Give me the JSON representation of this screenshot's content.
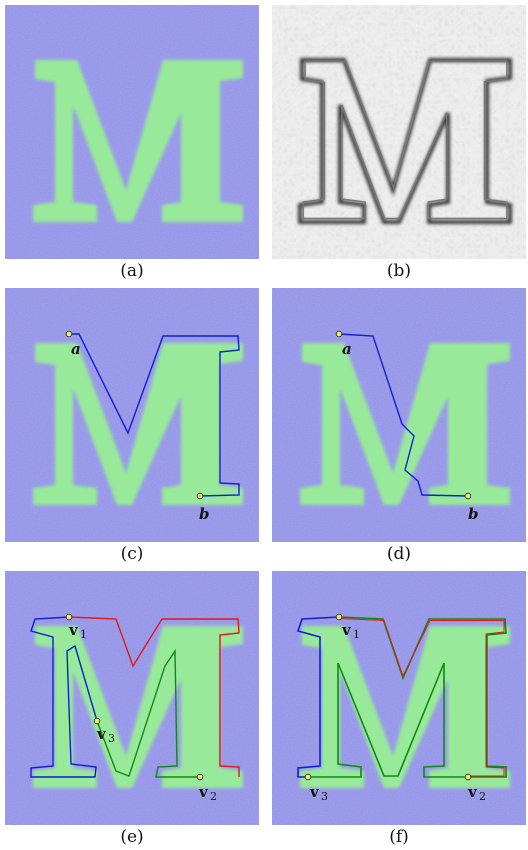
{
  "panels": [
    {
      "caption": "(a)"
    },
    {
      "caption": "(b)"
    },
    {
      "caption": "(c)",
      "labels": [
        "a",
        "b"
      ]
    },
    {
      "caption": "(d)",
      "labels": [
        "a",
        "b"
      ]
    },
    {
      "caption": "(e)",
      "labels": [
        "v",
        "1",
        "v",
        "3",
        "v",
        "2"
      ]
    },
    {
      "caption": "(f)",
      "labels": [
        "v",
        "1",
        "v",
        "3",
        "v",
        "2"
      ]
    }
  ],
  "colors": {
    "background_blue": "#8f8fe6",
    "letter_green": "#98ea9a",
    "edge_map_bg": "#efefef",
    "edge_stroke": "#3a3a3a",
    "path_blue": "#1020d0",
    "path_red": "#e01818",
    "path_green": "#108a10",
    "point_fill": "#f0f070"
  }
}
